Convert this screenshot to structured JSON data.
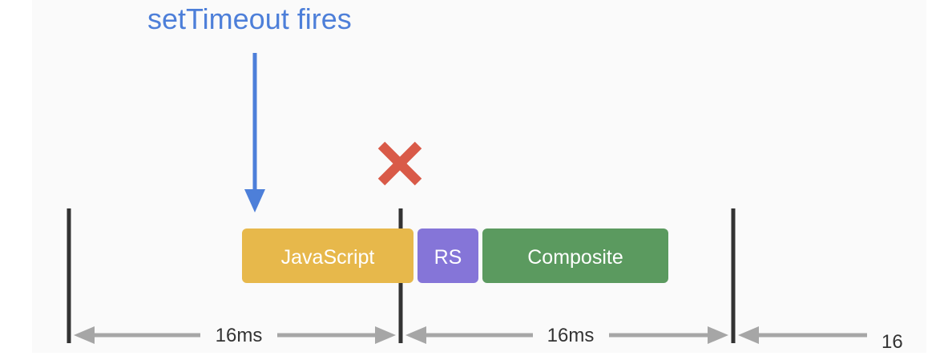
{
  "event": {
    "label": "setTimeout fires",
    "color": "#4d7fd9"
  },
  "miss_marker": {
    "icon": "x-icon",
    "color": "#d95a48"
  },
  "blocks": [
    {
      "label": "JavaScript",
      "color": "#e7b84b"
    },
    {
      "label": "RS",
      "color": "#8575d8"
    },
    {
      "label": "Composite",
      "color": "#5b9a5f"
    }
  ],
  "frames": [
    {
      "label": "16ms"
    },
    {
      "label": "16ms"
    },
    {
      "label": "16"
    }
  ],
  "colors": {
    "frame_line": "#333333",
    "duration_arrow": "#a6a6a6"
  }
}
